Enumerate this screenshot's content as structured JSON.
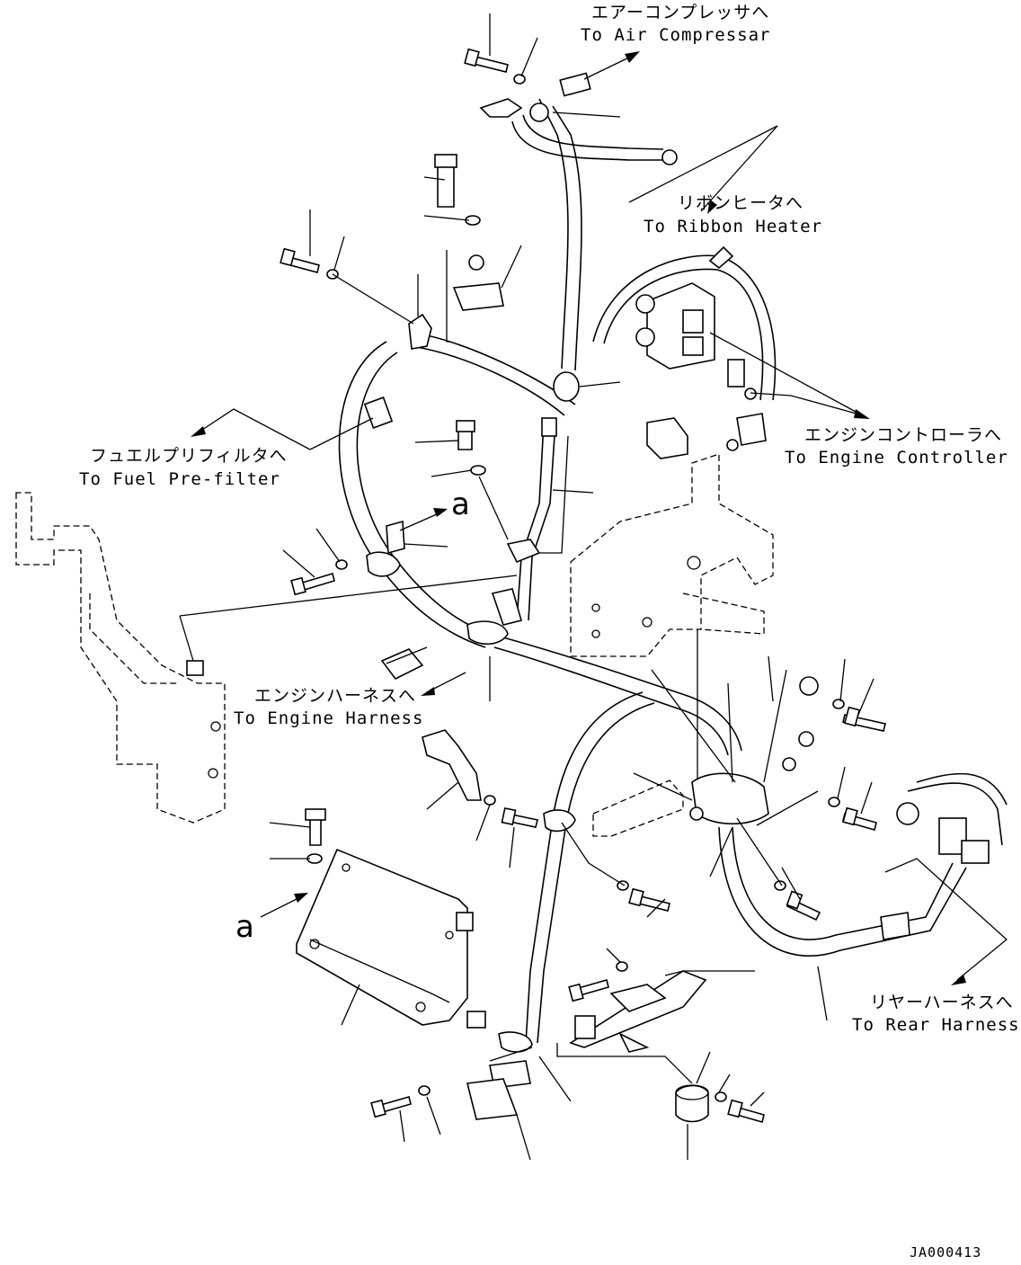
{
  "labels": {
    "air_compressor_jp": "エアーコンプレッサへ",
    "air_compressor_en": "To Air Compressar",
    "ribbon_heater_jp": "リボンヒータへ",
    "ribbon_heater_en": "To Ribbon Heater",
    "engine_controller_jp": "エンジンコントローラへ",
    "engine_controller_en": "To Engine Controller",
    "fuel_prefilter_jp": "フュエルプリフィルタへ",
    "fuel_prefilter_en": "To Fuel Pre-filter",
    "engine_harness_jp": "エンジンハーネスへ",
    "engine_harness_en": "To Engine Harness",
    "rear_harness_jp": "リヤーハーネスへ",
    "rear_harness_en": "To Rear Harness",
    "view_marker_1": "a",
    "view_marker_2": "a"
  },
  "drawing_number": "JA000413"
}
